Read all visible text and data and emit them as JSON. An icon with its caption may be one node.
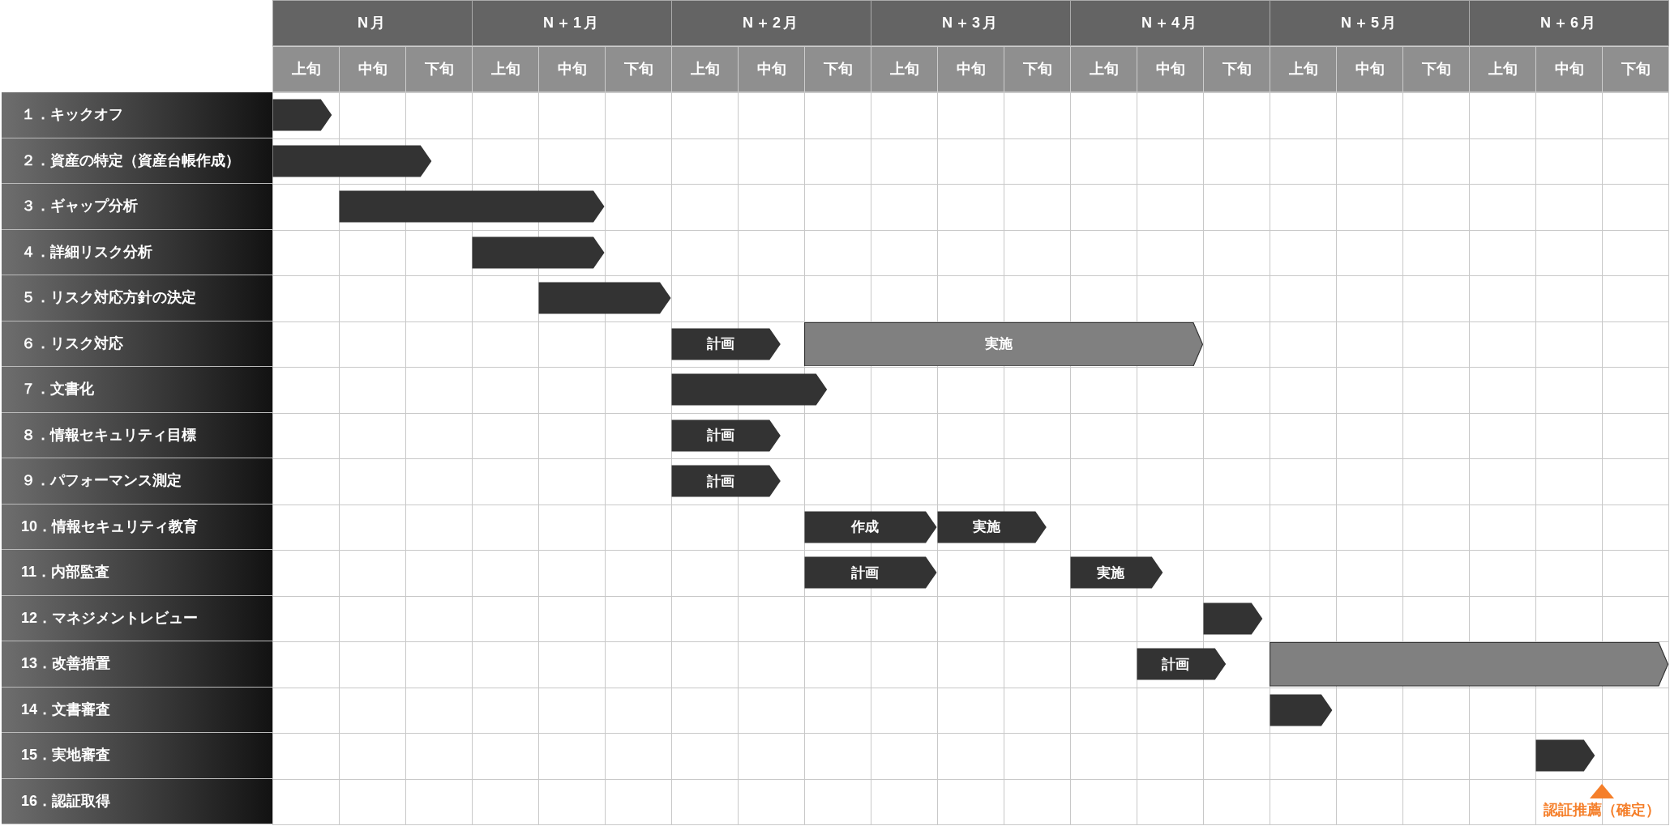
{
  "diagram": {
    "nodes": [
      {
        "text": [
          "１．キックオフ"
        ]
      },
      {
        "text": [
          "２．資産の特定（資産台帳作成）"
        ]
      },
      {
        "text": [
          "３．ギャップ分析"
        ]
      },
      {
        "text": [
          "４．詳細リスク分析"
        ]
      },
      {
        "text": [
          "５．リスク対応方針の決定"
        ]
      },
      {
        "text": [
          "６．リスク対応"
        ]
      },
      {
        "text": [
          "７．文書化"
        ]
      },
      {
        "text": [
          "８．情報セキュリティ目標"
        ]
      },
      {
        "text": [
          "９．パフォーマンス測定"
        ]
      },
      {
        "text": [
          "10．情報セキュリティ教育"
        ]
      },
      {
        "text": [
          "11．内部監査"
        ]
      },
      {
        "text": [
          "12．マネジメントレビュー"
        ]
      },
      {
        "text": [
          "13．改善措置"
        ]
      },
      {
        "text": [
          "14．文書審査"
        ]
      },
      {
        "text": [
          "15．実地審査"
        ]
      },
      {
        "text": [
          "16．認証取得"
        ]
      },
      {
        "text": [],
        "shape": "bar"
      },
      {
        "text": [],
        "shape": "bar"
      },
      {
        "text": [],
        "shape": "bar"
      },
      {
        "text": [],
        "shape": "bar"
      },
      {
        "text": [],
        "shape": "bar"
      },
      {
        "text": [
          "計画"
        ]
      },
      {
        "text": [
          "実施"
        ]
      },
      {
        "text": [],
        "shape": "bar"
      },
      {
        "text": [
          "計画"
        ]
      },
      {
        "text": [
          "計画"
        ]
      },
      {
        "text": [
          "作成"
        ]
      },
      {
        "text": [
          "実施"
        ]
      },
      {
        "text": [
          "計画"
        ]
      },
      {
        "text": [
          "実施"
        ]
      },
      {
        "text": [],
        "shape": "bar"
      },
      {
        "text": [
          "計画"
        ]
      },
      {
        "text": [],
        "shape": "bar"
      },
      {
        "text": [],
        "shape": "bar"
      },
      {
        "text": [],
        "shape": "bar"
      }
    ],
    "labels": [
      "N月",
      "N＋1月",
      "N＋2月",
      "N＋3月",
      "N＋4月",
      "N＋5月",
      "N＋6月",
      "上旬",
      "中旬",
      "下旬",
      "上旬",
      "中旬",
      "下旬",
      "上旬",
      "中旬",
      "下旬",
      "上旬",
      "中旬",
      "下旬",
      "上旬",
      "中旬",
      "下旬",
      "上旬",
      "中旬",
      "下旬",
      "上旬",
      "中旬",
      "下旬",
      "認証推薦（確定）"
    ]
  }
}
